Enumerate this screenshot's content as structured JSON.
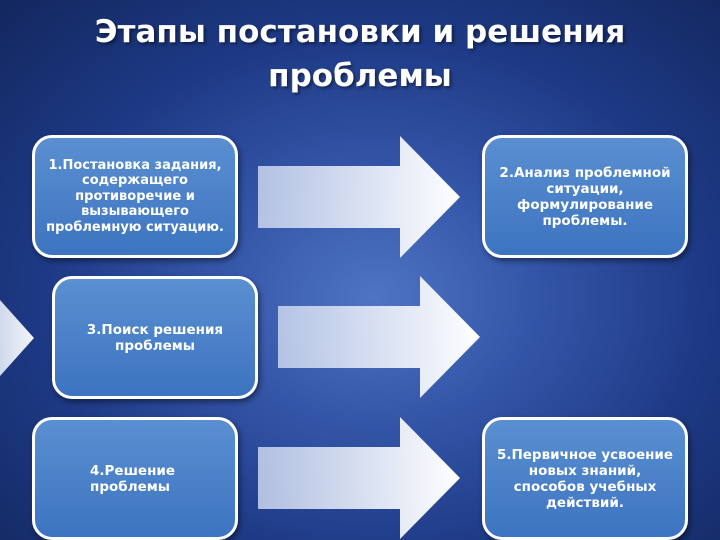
{
  "title": {
    "line1": "Этапы постановки и решения",
    "line2": "проблемы"
  },
  "stages": [
    {
      "id": "1",
      "text": "1.Постановка задания, содержащего противоречие и вызывающего проблемную ситуацию."
    },
    {
      "id": "2",
      "text": "2.Анализ проблемной ситуации, формулирование проблемы."
    },
    {
      "id": "3",
      "text": "3.Поиск решения проблемы"
    },
    {
      "id": "4",
      "text": "4.Решение проблемы"
    },
    {
      "id": "5",
      "text": "5.Первичное усвоение новых знаний, способов учебных действий."
    }
  ],
  "colors": {
    "box_fill": "#4a80c8",
    "box_border": "#ffffff",
    "arrow_fill": "#ffffff",
    "background": "#2a4a9c"
  }
}
